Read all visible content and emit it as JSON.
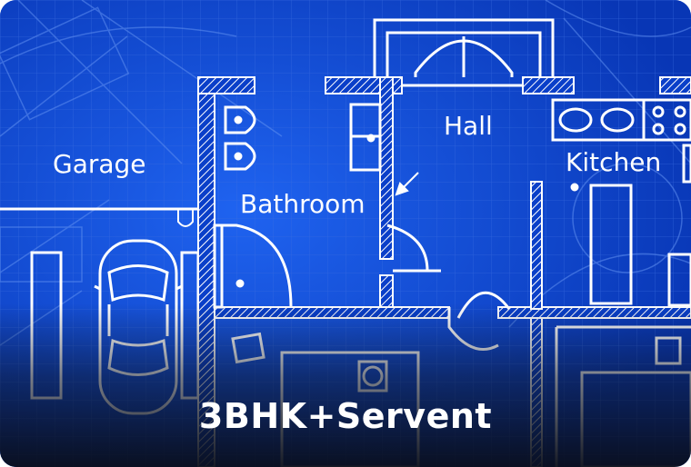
{
  "plan": {
    "rooms": {
      "garage": "Garage",
      "bathroom": "Bathroom",
      "hall": "Hall",
      "kitchen": "Kitchen"
    }
  },
  "card": {
    "title": "3BHK+Servent"
  },
  "colors": {
    "blueprint": "#0a3fc9",
    "line": "#ffffff",
    "grid": "#3c6ee0"
  }
}
